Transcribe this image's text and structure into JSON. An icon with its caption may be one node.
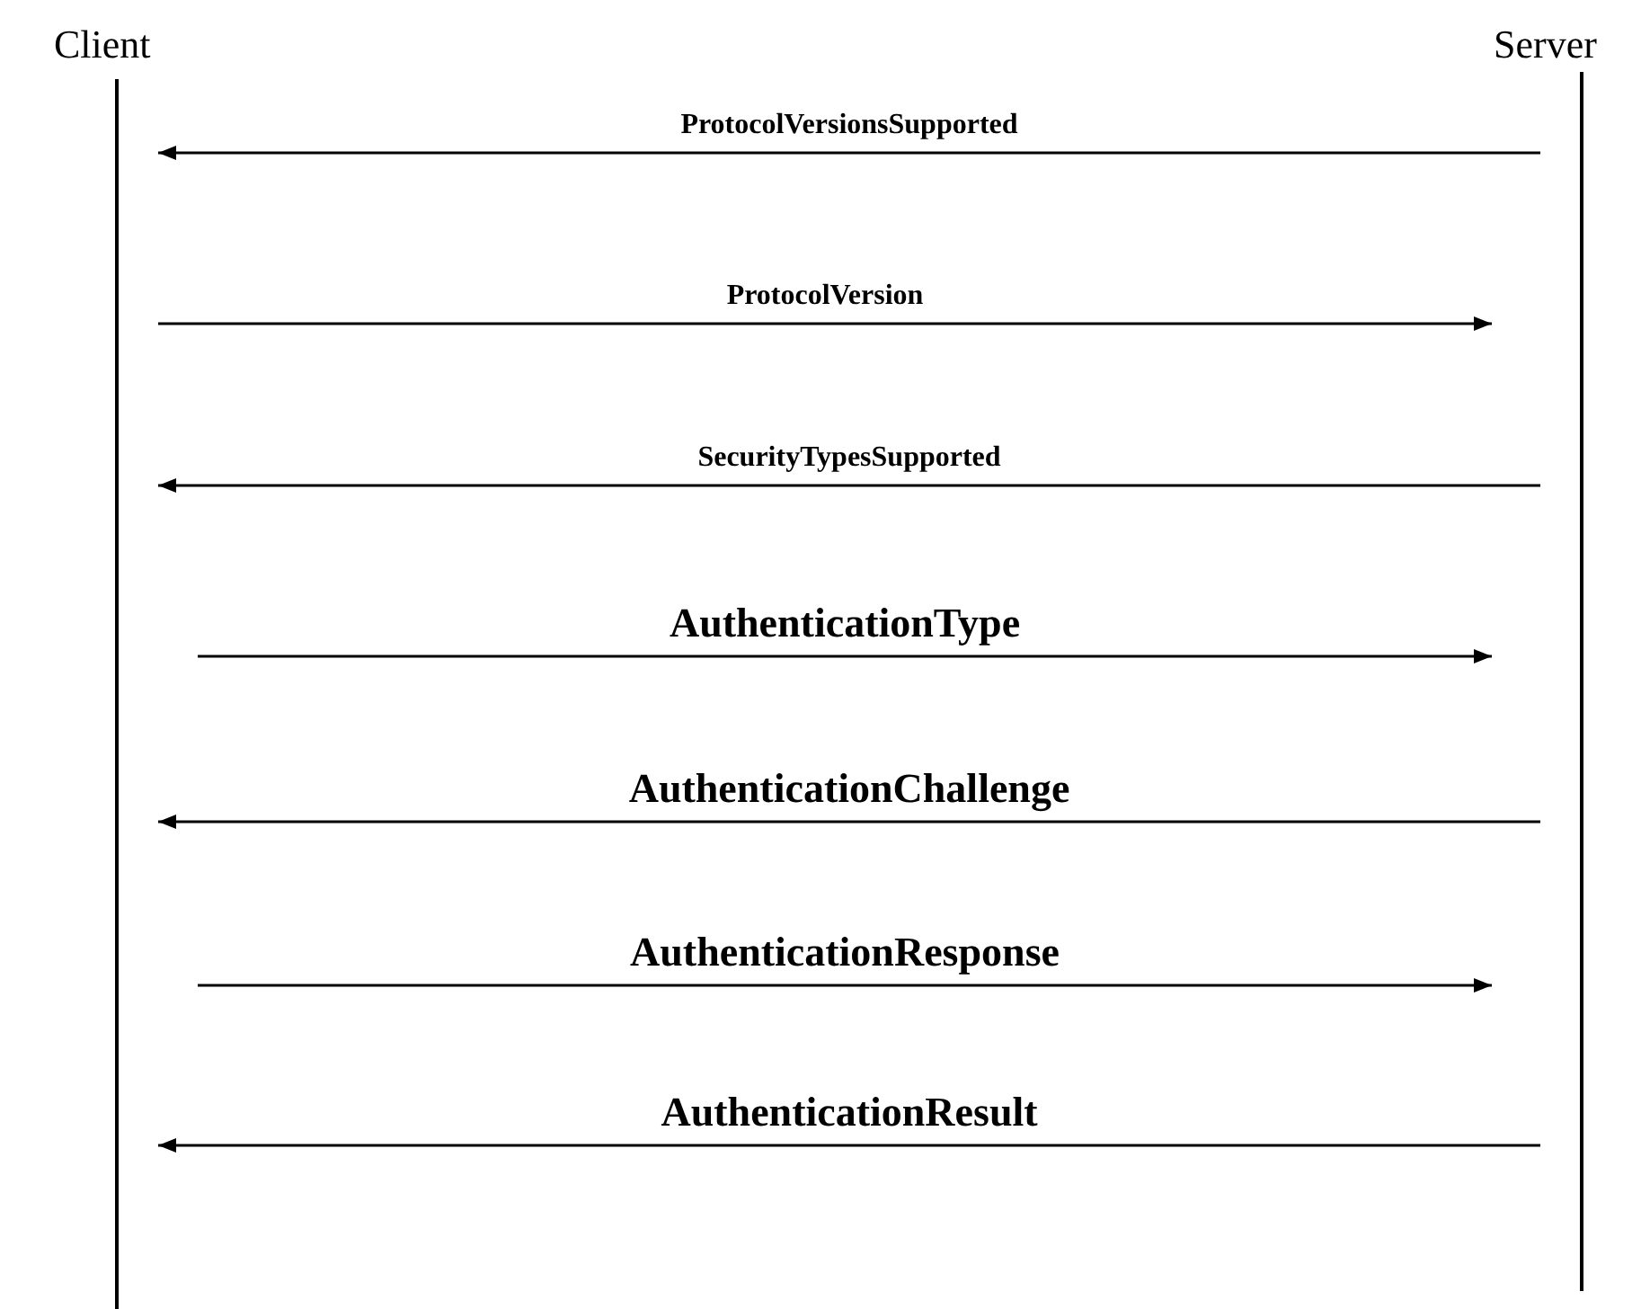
{
  "diagram": {
    "nodes": [
      {
        "text": [
          "Client"
        ]
      },
      {
        "text": [
          "Server"
        ]
      }
    ],
    "edges": [
      {
        "from": 1,
        "to": 0,
        "arrow": "to",
        "label": "ProtocolVersionsSupported"
      },
      {
        "from": 0,
        "to": 1,
        "arrow": "to",
        "label": "ProtocolVersion"
      },
      {
        "from": 1,
        "to": 0,
        "arrow": "to",
        "label": "SecurityTypesSupported"
      },
      {
        "from": 0,
        "to": 1,
        "arrow": "to",
        "label": "AuthenticationType"
      },
      {
        "from": 1,
        "to": 0,
        "arrow": "to",
        "label": "AuthenticationChallenge"
      },
      {
        "from": 0,
        "to": 1,
        "arrow": "to",
        "label": "AuthenticationResponse"
      },
      {
        "from": 1,
        "to": 0,
        "arrow": "to",
        "label": "AuthenticationResult"
      }
    ]
  }
}
